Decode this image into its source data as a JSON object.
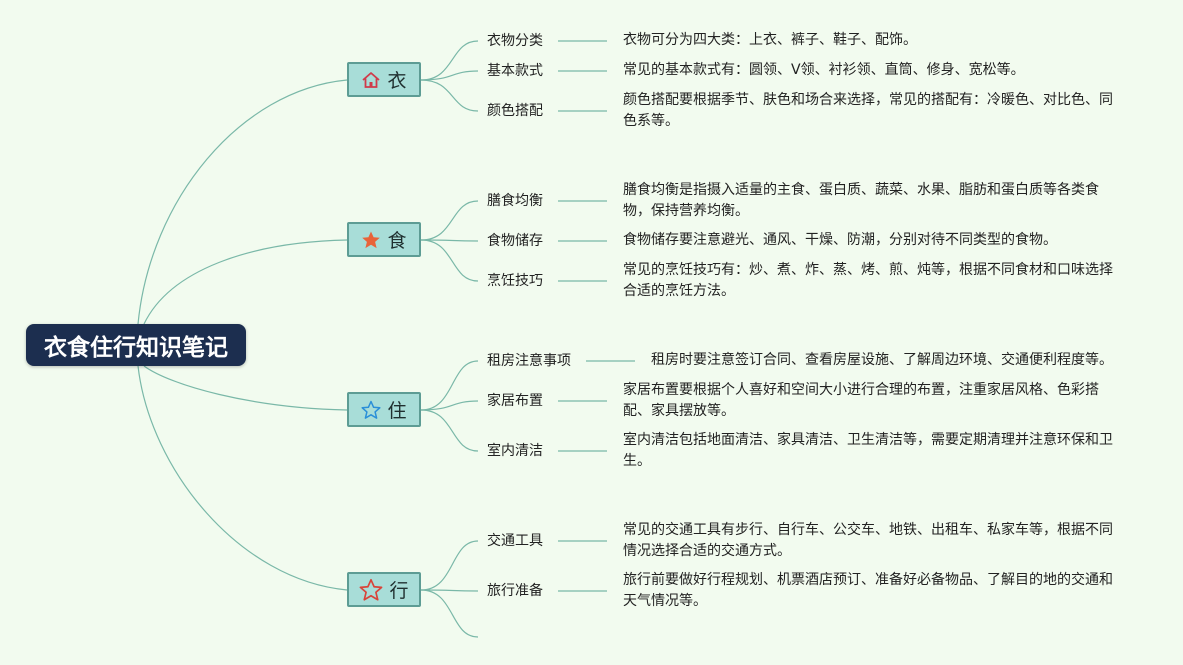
{
  "root": {
    "title": "衣食住行知识笔记"
  },
  "colors": {
    "accent_root": "#1c2e4f",
    "category_fill": "#a8ddd8",
    "line": "#7ab8a8",
    "background": "#f2fbef"
  },
  "categories": [
    {
      "label": "衣",
      "icon": "home-icon",
      "items": [
        {
          "title": "衣物分类",
          "desc": "衣物可分为四大类：上衣、裤子、鞋子、配饰。"
        },
        {
          "title": "基本款式",
          "desc": "常见的基本款式有：圆领、V领、衬衫领、直筒、修身、宽松等。"
        },
        {
          "title": "颜色搭配",
          "desc": "颜色搭配要根据季节、肤色和场合来选择，常见的搭配有：冷暖色、对比色、同色系等。"
        }
      ]
    },
    {
      "label": "食",
      "icon": "star-filled-icon",
      "items": [
        {
          "title": "膳食均衡",
          "desc": "膳食均衡是指摄入适量的主食、蛋白质、蔬菜、水果、脂肪和蛋白质等各类食物，保持营养均衡。"
        },
        {
          "title": "食物储存",
          "desc": "食物储存要注意避光、通风、干燥、防潮，分别对待不同类型的食物。"
        },
        {
          "title": "烹饪技巧",
          "desc": "常见的烹饪技巧有：炒、煮、炸、蒸、烤、煎、炖等，根据不同食材和口味选择合适的烹饪方法。"
        }
      ]
    },
    {
      "label": "住",
      "icon": "star-outline-icon",
      "items": [
        {
          "title": "租房注意事项",
          "desc": "租房时要注意签订合同、查看房屋设施、了解周边环境、交通便利程度等。"
        },
        {
          "title": "家居布置",
          "desc": "家居布置要根据个人喜好和空间大小进行合理的布置，注重家居风格、色彩搭配、家具摆放等。"
        },
        {
          "title": "室内清洁",
          "desc": "室内清洁包括地面清洁、家具清洁、卫生清洁等，需要定期清理并注意环保和卫生。"
        }
      ]
    },
    {
      "label": "行",
      "icon": "star-outline-red-icon",
      "items": [
        {
          "title": "交通工具",
          "desc": "常见的交通工具有步行、自行车、公交车、地铁、出租车、私家车等，根据不同情况选择合适的交通方式。"
        },
        {
          "title": "旅行准备",
          "desc": "旅行前要做好行程规划、机票酒店预订、准备好必备物品、了解目的地的交通和天气情况等。"
        }
      ]
    }
  ]
}
